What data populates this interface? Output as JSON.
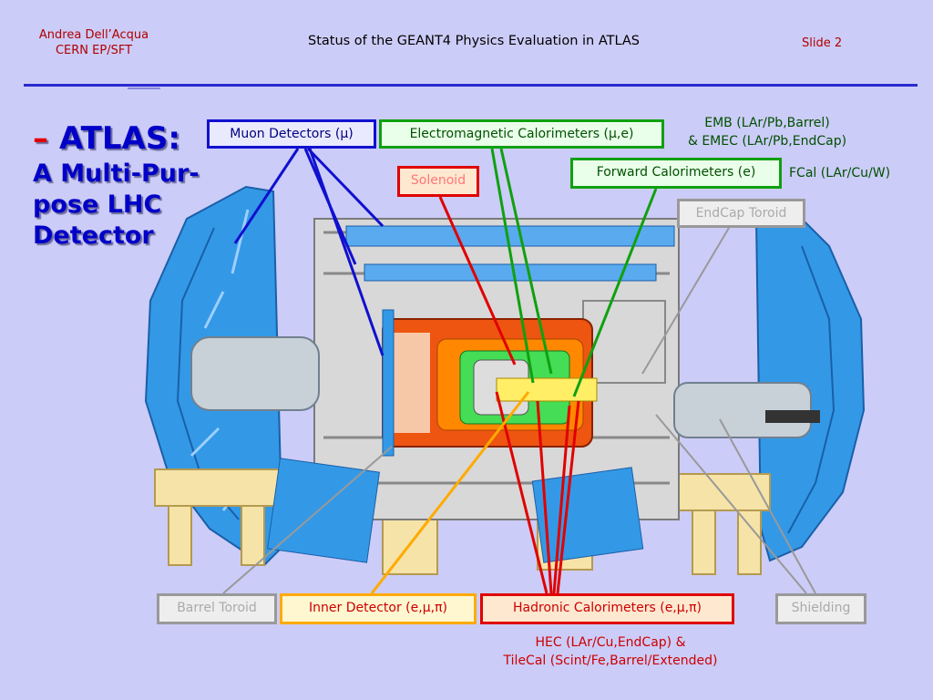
{
  "header": {
    "author_name": "Andrea Dell’Acqua",
    "author_affiliation": "CERN EP/SFT",
    "title": "Status of the GEANT4 Physics Evaluation in ATLAS",
    "slide_number": "Slide 2"
  },
  "heading": {
    "bullet": "–",
    "title": "ATLAS:",
    "subtitle_line1": "A Multi-Pur-",
    "subtitle_line2": "pose LHC",
    "subtitle_line3": "Detector"
  },
  "labels": {
    "muon": "Muon Detectors (μ)",
    "em": "Electromagnetic Calorimeters (μ,e)",
    "solenoid": "Solenoid",
    "forward": "Forward Calorimeters (e)",
    "endcap_toroid": "EndCap Toroid",
    "barrel_toroid": "Barrel Toroid",
    "inner_detector": "Inner Detector (e,μ,π)",
    "hadronic": "Hadronic Calorimeters (e,μ,π)",
    "shielding": "Shielding"
  },
  "notes": {
    "emb_line1": "EMB (LAr/Pb,Barrel)",
    "emb_line2": "& EMEC (LAr/Pb,EndCap)",
    "fcal": "FCal (LAr/Cu/W)",
    "hec_line1": "HEC (LAr/Cu,EndCap) &",
    "hec_line2": "TileCal (Scint/Fe,Barrel/Extended)"
  },
  "colors": {
    "background": "#ccccf8",
    "muon": "#1010d0",
    "electromagnetic": "#10a010",
    "hadronic": "#e00000",
    "inner": "#ffaa00",
    "toroid": "#999999",
    "detector_blue": "#3399e6",
    "calo_orange": "#ee5511"
  }
}
